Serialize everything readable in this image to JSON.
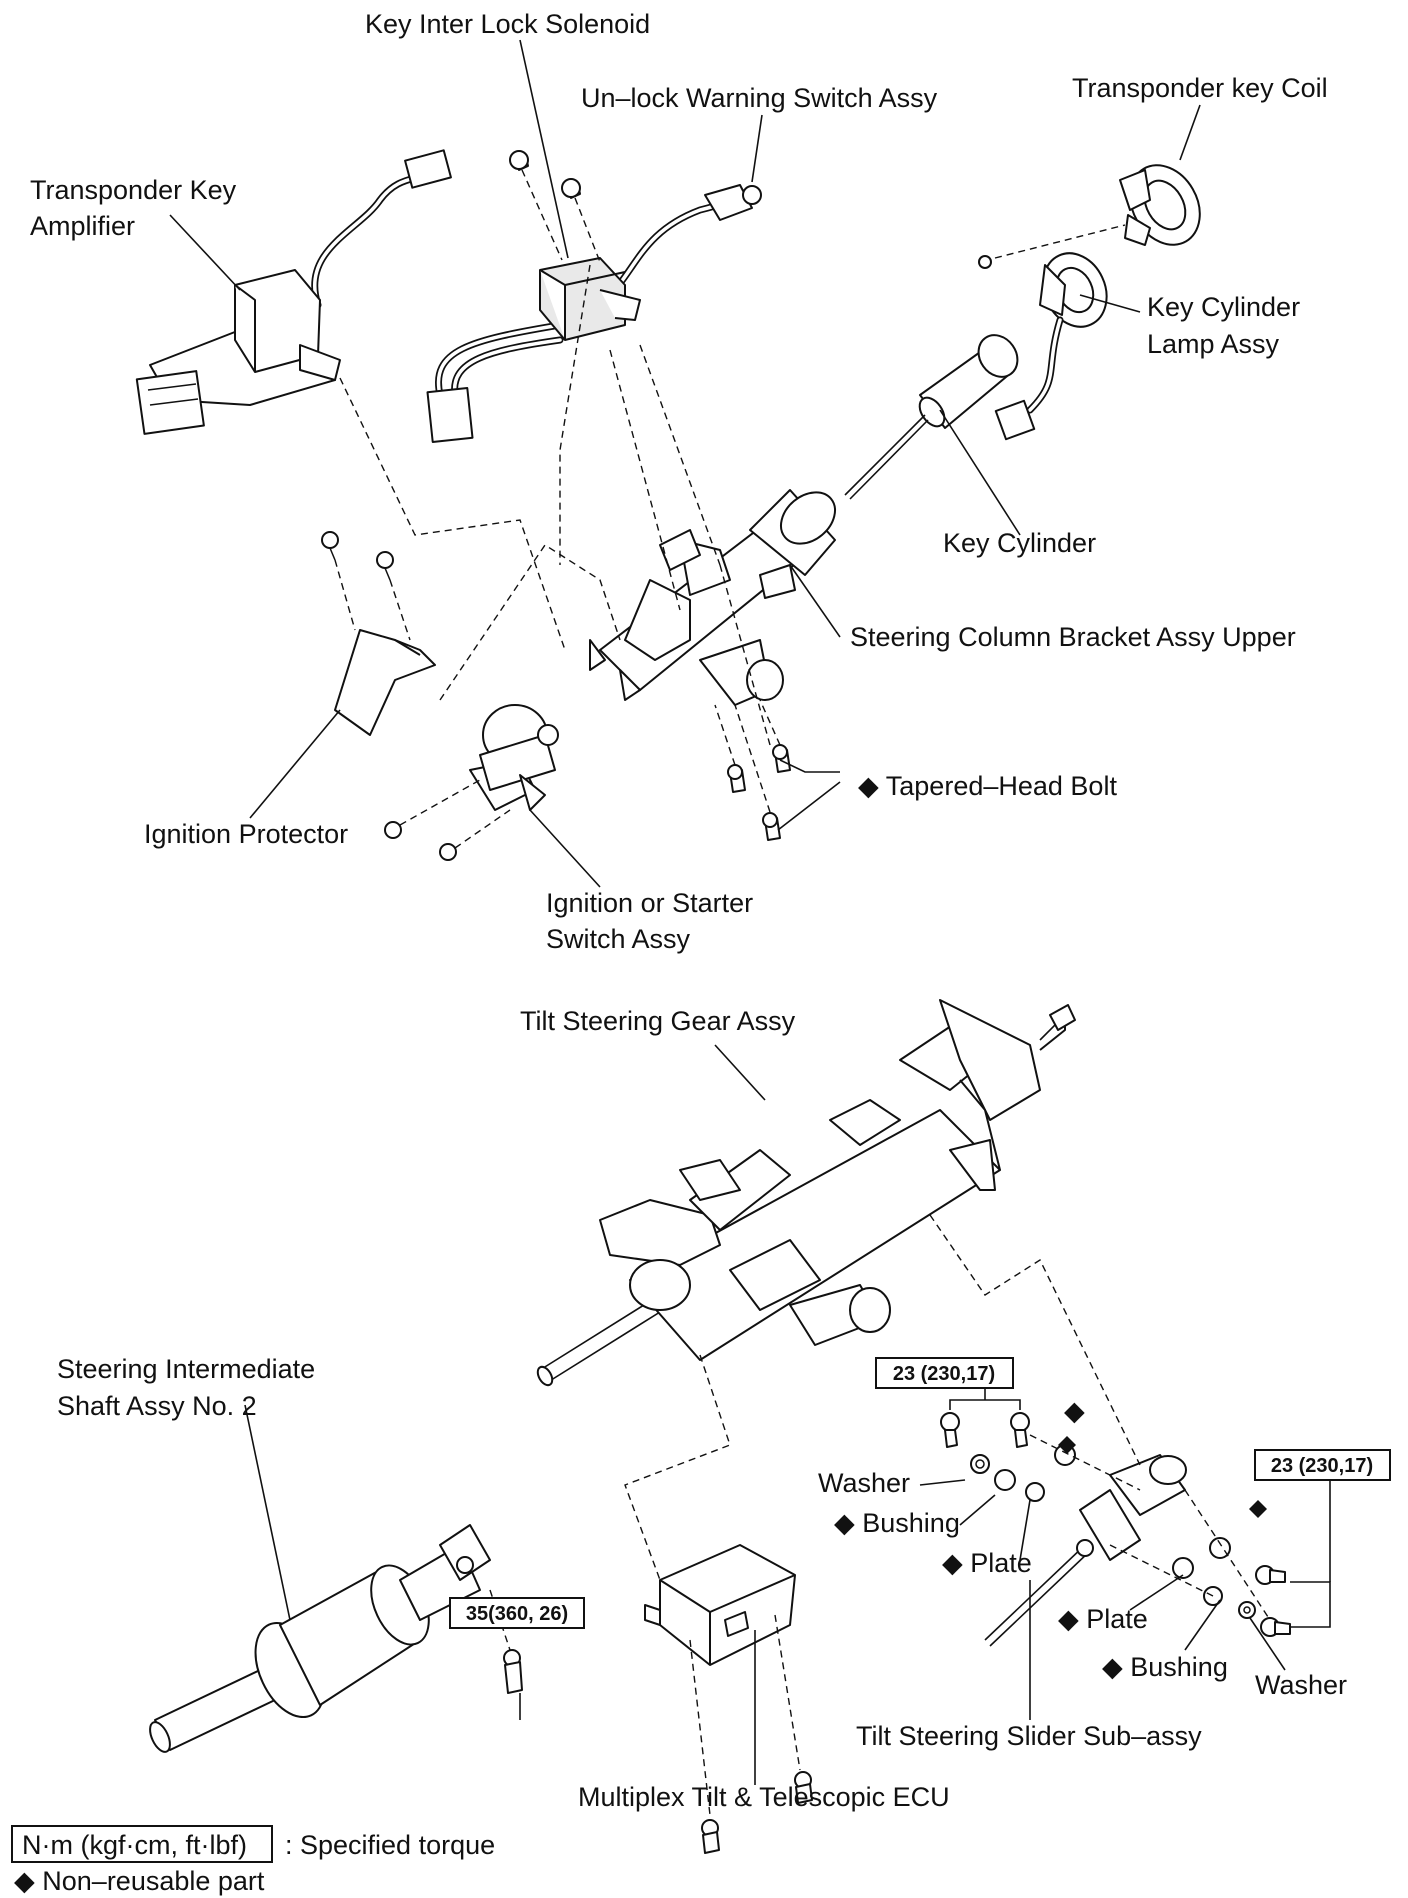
{
  "labels": {
    "key_interlock_solenoid": "Key Inter Lock Solenoid",
    "unlock_warning_switch": "Un–lock Warning Switch Assy",
    "transponder_key_coil": "Transponder key Coil",
    "transponder_key_amplifier_1": "Transponder Key",
    "transponder_key_amplifier_2": "Amplifier",
    "key_cylinder_lamp_1": "Key Cylinder",
    "key_cylinder_lamp_2": "Lamp Assy",
    "key_cylinder": "Key Cylinder",
    "steering_column_bracket": "Steering Column Bracket Assy Upper",
    "tapered_head_bolt": "◆ Tapered–Head Bolt",
    "ignition_protector": "Ignition Protector",
    "ignition_switch_1": "Ignition or Starter",
    "ignition_switch_2": "Switch Assy",
    "tilt_steering_gear": "Tilt Steering Gear Assy",
    "intermediate_shaft_1": "Steering Intermediate",
    "intermediate_shaft_2": "Shaft Assy No. 2",
    "washer_left": "Washer",
    "bushing_left": "◆ Bushing",
    "plate_left": "◆ Plate",
    "plate_right": "◆ Plate",
    "bushing_right": "◆ Bushing",
    "washer_right": "Washer",
    "slider_subassy": "Tilt Steering Slider Sub–assy",
    "multiplex_ecu": "Multiplex Tilt & Telescopic ECU",
    "diamond_mark": "◆"
  },
  "torque_boxes": {
    "slider_left": "23 (230,17)",
    "slider_right": "23 (230,17)",
    "shaft": "35(360, 26)"
  },
  "legend": {
    "torque_units": "N·m (kgf·cm, ft·lbf)",
    "torque_desc": ": Specified torque",
    "non_reusable": "◆ Non–reusable part"
  }
}
